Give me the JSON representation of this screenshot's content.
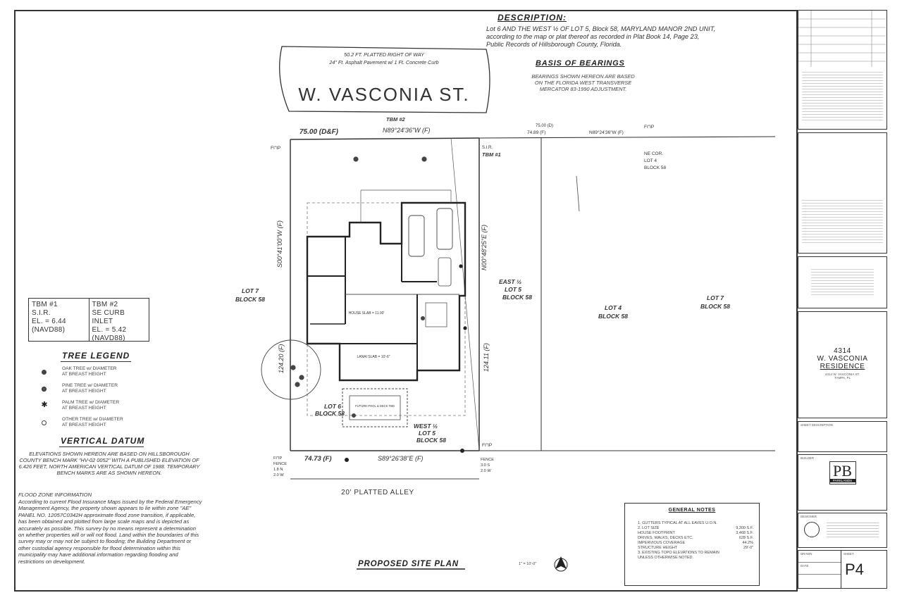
{
  "description": {
    "title": "DESCRIPTION:",
    "lines": [
      "Lot 6 AND THE WEST ½ OF LOT 5, Block 58, MARYLAND MANOR 2ND UNIT,",
      "according to the map or plat thereof as recorded in Plat Book 14, Page 23,",
      "Public Records of Hillsborough County, Florida."
    ]
  },
  "basis": {
    "title": "BASIS OF BEARINGS",
    "lines": [
      "BEARINGS SHOWN HEREON ARE BASED",
      "ON THE FLORIDA WEST TRANSVERSE",
      "MERCATOR 83-1990 ADJUSTMENT."
    ]
  },
  "street": {
    "row_line1": "50.2 FT. PLATTED RIGHT OF WAY",
    "row_line2": "24\" Ft. Asphalt Pavement w/ 1 Ft. Concrete Curb",
    "name": "W. VASCONIA ST."
  },
  "plan": {
    "tbm2": "TBM #2",
    "tbm1": "TBM #1",
    "top_dim": "75.00 (D&F)",
    "top_bearing": "N89°24'36\"W (F)",
    "right_top_dim1": "75.00 (D)",
    "right_top_dim2": "74.89 (F)",
    "right_top_bearing": "N89°24'36\"W (F)",
    "sir": "S.I.R.",
    "fip_ne": [
      "FI\"IP",
      "NE COR.",
      "LOT 4",
      "BLOCK 58"
    ],
    "fip_nw": "FI\"IP",
    "left_bearing": "S00°41'00\"W (F)",
    "left_dim": "124.20 (F)",
    "right_bearing": "N00°48'25\"E (F)",
    "right_dim": "124.11 (F)",
    "bottom_dim": "74.73 (F)",
    "bottom_bearing": "S89°26'38\"E (F)",
    "lot7_left": [
      "LOT 7",
      "BLOCK 58"
    ],
    "lot4": [
      "LOT 4",
      "BLOCK 58"
    ],
    "lot7_right": [
      "LOT 7",
      "BLOCK 58"
    ],
    "east_half": [
      "EAST ½",
      "LOT 5",
      "BLOCK 58"
    ],
    "lot6": [
      "LOT 6",
      "BLOCK 58"
    ],
    "west_half": [
      "WEST ½",
      "LOT 5",
      "BLOCK 58"
    ],
    "house_slab": "HOUSE SLAB = 11.00'",
    "lanai_slab": "LANAI SLAB = 10'-6\"",
    "pool": "FUTURE POOL & DECK TBD",
    "alley": "20' PLATTED ALLEY",
    "fence_left": [
      "FI\"IP",
      "FENCE",
      "1.8 N",
      "2.0 W"
    ],
    "fence_right": [
      "FENCE",
      "3.0 S",
      "2.0 W"
    ],
    "fip_se": "FI\"IP"
  },
  "benchmarks": [
    {
      "name": "TBM #1",
      "desc": "S.I.R.",
      "el": "EL. = 6.44",
      "datum": "(NAVD88)"
    },
    {
      "name": "TBM #2",
      "desc": "SE CURB INLET",
      "el": "EL. = 5.42",
      "datum": "(NAVD88)"
    }
  ],
  "tree_legend": {
    "title": "TREE LEGEND",
    "items": [
      {
        "icon": "oak-tree-icon",
        "label": [
          "OAK TREE w/ DIAMETER",
          "AT BREAST HEIGHT"
        ]
      },
      {
        "icon": "pine-tree-icon",
        "label": [
          "PINE TREE w/ DIAMETER",
          "AT BREAST HEIGHT"
        ]
      },
      {
        "icon": "palm-tree-icon",
        "label": [
          "PALM TREE w/ DIAMETER",
          "AT BREAST HEIGHT"
        ]
      },
      {
        "icon": "other-tree-icon",
        "label": [
          "OTHER TREE w/ DIAMETER",
          "AT BREAST HEIGHT"
        ]
      }
    ]
  },
  "vertical_datum": {
    "title": "VERTICAL DATUM",
    "text": "ELEVATIONS SHOWN HEREON ARE BASED ON HILLSBOROUGH COUNTY BENCH MARK \"HV-02 0052\" WITH A PUBLISHED ELEVATION OF 6.426 FEET, NORTH AMERICAN VERTICAL DATUM OF 1988. TEMPORARY BENCH MARKS ARE AS SHOWN HEREON."
  },
  "flood_zone": {
    "title": "FLOOD ZONE INFORMATION",
    "text": "According to current Flood Insurance Maps issued by the Federal Emergency Management Agency, the property shown appears to lie within zone \"AE\" PANEL NO. 12057C0342H approximate flood zone transition, if applicable, has been obtained and plotted from large scale maps and is depicted as accurately as possible. This survey by no means represent a determination on whether properties will or will not flood. Land within the boundaries of this survey may or may not be subject to flooding; the Building Department or other custodial agency responsible for flood determination within this municipality may have additional information regarding flooding and restrictions on development."
  },
  "site_plan": {
    "title": "PROPOSED SITE PLAN",
    "scale": "1\" = 10'-0\""
  },
  "general_notes": {
    "title": "GENERAL NOTES",
    "lines": [
      {
        "label": "1. GUTTERS TYPICAL AT ALL EAVES U.O.N.",
        "value": ""
      },
      {
        "label": "2. LOT SIZE",
        "value": "9,300 S.F."
      },
      {
        "label": "   HOUSE FOOTPRINT",
        "value": "3,468 S.F."
      },
      {
        "label": "   DRIVES, WALKS, DECKS ETC.",
        "value": "628 S.F."
      },
      {
        "label": "   IMPERVIOUS COVERAGE",
        "value": "44.2%"
      },
      {
        "label": "   STRUCTURE HEIGHT",
        "value": "29'-0\""
      },
      {
        "label": "3. EXISTING TOPO ELEVATIONS TO REMAIN",
        "value": ""
      },
      {
        "label": "   UNLESS OTHERWISE NOTED.",
        "value": ""
      }
    ]
  },
  "title_block": {
    "project_line1": "4314",
    "project_line2": "W. VASCONIA",
    "project_line3": "RESIDENCE",
    "project_address": "4314 W. VASCONIA ST.",
    "project_city": "TAMPA, FL",
    "sheet_description": "SHEET DESCRIPTION",
    "builder": "BUILDER",
    "builder_logo": "PB",
    "builder_name": "PARKLANDS",
    "designer": "DESIGNER",
    "drawn": "DRAWN",
    "date": "DATE",
    "sheet": "SHEET",
    "sheet_no": "P4"
  },
  "colors": {
    "line": "#333333",
    "dim": "#555555",
    "paper": "#ffffff"
  }
}
